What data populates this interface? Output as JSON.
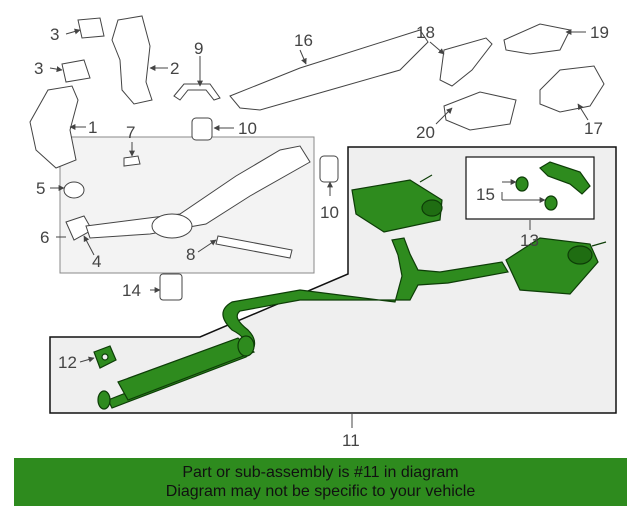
{
  "callouts": {
    "c1": "1",
    "c2": "2",
    "c3a": "3",
    "c3b": "3",
    "c4": "4",
    "c5": "5",
    "c6": "6",
    "c7": "7",
    "c8": "8",
    "c9": "9",
    "c10a": "10",
    "c10b": "10",
    "c11": "11",
    "c12": "12",
    "c13": "13",
    "c14": "14",
    "c15": "15",
    "c16": "16",
    "c17": "17",
    "c18": "18",
    "c19": "19",
    "c20": "20"
  },
  "highlight_color": "#2e8b1e",
  "banner": {
    "line1": "Part or sub-assembly is #11 in diagram",
    "line2": "Diagram may not be specific to your vehicle"
  }
}
